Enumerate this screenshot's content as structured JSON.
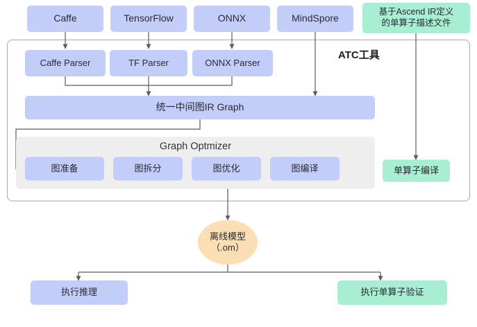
{
  "diagram": {
    "title": "ATC工具",
    "frameworks": [
      {
        "label": "Caffe"
      },
      {
        "label": "TensorFlow"
      },
      {
        "label": "ONNX"
      },
      {
        "label": "MindSpore"
      }
    ],
    "single_operator_desc": "基于Ascend IR定义\n的单算子描述文件",
    "parsers": [
      {
        "label": "Caffe Parser"
      },
      {
        "label": "TF Parser"
      },
      {
        "label": "ONNX Parser"
      }
    ],
    "ir_graph": "统一中间图IR Graph",
    "optimizer": {
      "title": "Graph Optmizer",
      "stages": [
        {
          "label": "图准备"
        },
        {
          "label": "图拆分"
        },
        {
          "label": "图优化"
        },
        {
          "label": "图编译"
        }
      ]
    },
    "single_operator_compile": "单算子编译",
    "offline_model": "离线模型\n（.om）",
    "outputs": [
      {
        "label": "执行推理"
      },
      {
        "label": "执行单算子验证"
      }
    ],
    "colors": {
      "blue_node": "#c3cdfa",
      "green_node": "#a7eed3",
      "ellipse_node": "#fbdfb4",
      "group_bg": "#eeeeee",
      "frame_border": "#a9a9ad",
      "arrow": "#5a5a60",
      "text": "#2a2a33"
    }
  }
}
